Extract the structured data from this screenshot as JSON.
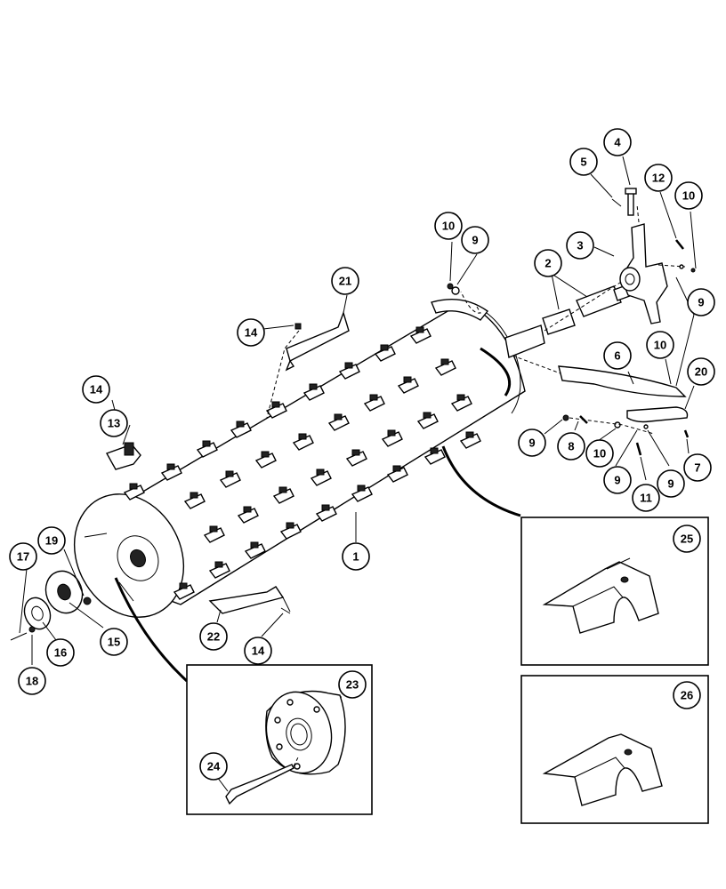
{
  "callouts": [
    {
      "id": "c1",
      "label": "1"
    },
    {
      "id": "c2",
      "label": "2"
    },
    {
      "id": "c3",
      "label": "3"
    },
    {
      "id": "c4",
      "label": "4"
    },
    {
      "id": "c5",
      "label": "5"
    },
    {
      "id": "c6",
      "label": "6"
    },
    {
      "id": "c7",
      "label": "7"
    },
    {
      "id": "c8",
      "label": "8"
    },
    {
      "id": "c9a",
      "label": "9"
    },
    {
      "id": "c9b",
      "label": "9"
    },
    {
      "id": "c9c",
      "label": "9"
    },
    {
      "id": "c9d",
      "label": "9"
    },
    {
      "id": "c9e",
      "label": "9"
    },
    {
      "id": "c10a",
      "label": "10"
    },
    {
      "id": "c10b",
      "label": "10"
    },
    {
      "id": "c10c",
      "label": "10"
    },
    {
      "id": "c10d",
      "label": "10"
    },
    {
      "id": "c11",
      "label": "11"
    },
    {
      "id": "c12",
      "label": "12"
    },
    {
      "id": "c13",
      "label": "13"
    },
    {
      "id": "c14a",
      "label": "14"
    },
    {
      "id": "c14b",
      "label": "14"
    },
    {
      "id": "c14c",
      "label": "14"
    },
    {
      "id": "c15",
      "label": "15"
    },
    {
      "id": "c16",
      "label": "16"
    },
    {
      "id": "c17",
      "label": "17"
    },
    {
      "id": "c18",
      "label": "18"
    },
    {
      "id": "c19",
      "label": "19"
    },
    {
      "id": "c20",
      "label": "20"
    },
    {
      "id": "c21",
      "label": "21"
    },
    {
      "id": "c22",
      "label": "22"
    },
    {
      "id": "c23",
      "label": "23"
    },
    {
      "id": "c24",
      "label": "24"
    },
    {
      "id": "c25",
      "label": "25"
    },
    {
      "id": "c26",
      "label": "26"
    }
  ]
}
